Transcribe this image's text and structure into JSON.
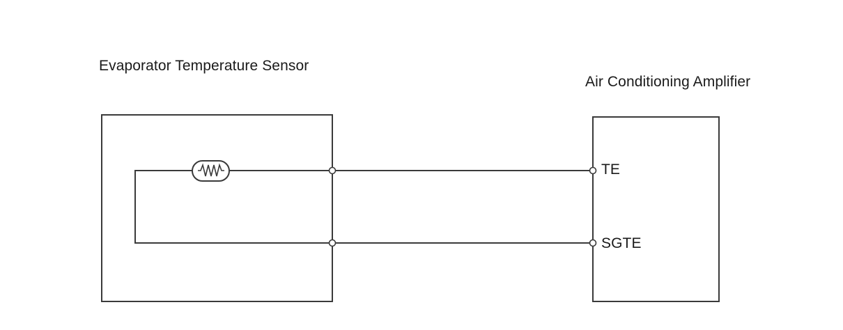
{
  "diagram": {
    "sensor": {
      "title": "Evaporator Temperature Sensor"
    },
    "amplifier": {
      "title": "Air Conditioning Amplifier",
      "pins": [
        {
          "label": "TE"
        },
        {
          "label": "SGTE"
        }
      ]
    },
    "colors": {
      "line": "#3a3a3a",
      "background": "#ffffff"
    },
    "components": [
      {
        "type": "thermistor",
        "icon": "thermistor-symbol"
      }
    ]
  }
}
